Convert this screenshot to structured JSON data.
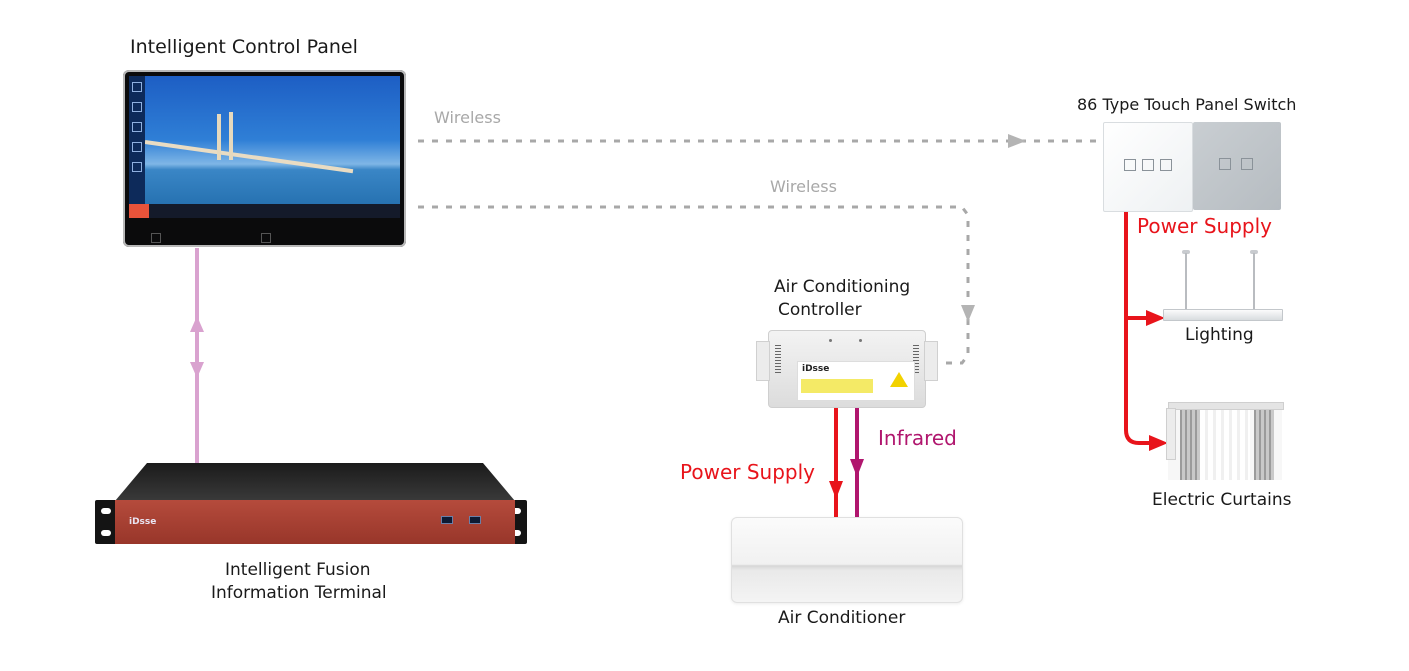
{
  "diagram": {
    "nodes": {
      "control_panel": {
        "label": "Intelligent Control Panel"
      },
      "fusion_terminal": {
        "label_line1": "Intelligent Fusion",
        "label_line2": "Information Terminal",
        "brand": "iDsse"
      },
      "touch_switch": {
        "label": "86 Type Touch Panel Switch"
      },
      "lighting": {
        "label": "Lighting"
      },
      "curtains": {
        "label": "Electric Curtains"
      },
      "ac_controller": {
        "label_line1": "Air Conditioning",
        "label_line2": "Controller",
        "brand": "iDsse"
      },
      "air_conditioner": {
        "label": "Air Conditioner"
      }
    },
    "edges": [
      {
        "from": "control_panel",
        "to": "touch_switch",
        "label": "Wireless",
        "style": "dashed",
        "color": "#a8a8a8"
      },
      {
        "from": "control_panel",
        "to": "ac_controller",
        "label": "Wireless",
        "style": "dashed",
        "color": "#a8a8a8"
      },
      {
        "from": "control_panel",
        "to": "fusion_terminal",
        "label": "",
        "style": "bidirectional",
        "color": "#d9a2cf"
      },
      {
        "from": "touch_switch",
        "to": "lighting",
        "label": "Power Supply",
        "style": "solid",
        "color": "#e8141b"
      },
      {
        "from": "touch_switch",
        "to": "curtains",
        "label": "Power Supply",
        "style": "solid",
        "color": "#e8141b"
      },
      {
        "from": "ac_controller",
        "to": "air_conditioner",
        "label": "Power Supply",
        "style": "solid",
        "color": "#e8141b"
      },
      {
        "from": "ac_controller",
        "to": "air_conditioner",
        "label": "Infrared",
        "style": "solid",
        "color": "#b0166e"
      }
    ],
    "edge_labels": {
      "wireless_top": "Wireless",
      "wireless_mid": "Wireless",
      "power_switch": "Power Supply",
      "power_ac": "Power Supply",
      "infrared": "Infrared"
    },
    "colors": {
      "wireless": "#a8a8a8",
      "power": "#e8141b",
      "infrared": "#b0166e",
      "link": "#d9a2cf"
    }
  }
}
